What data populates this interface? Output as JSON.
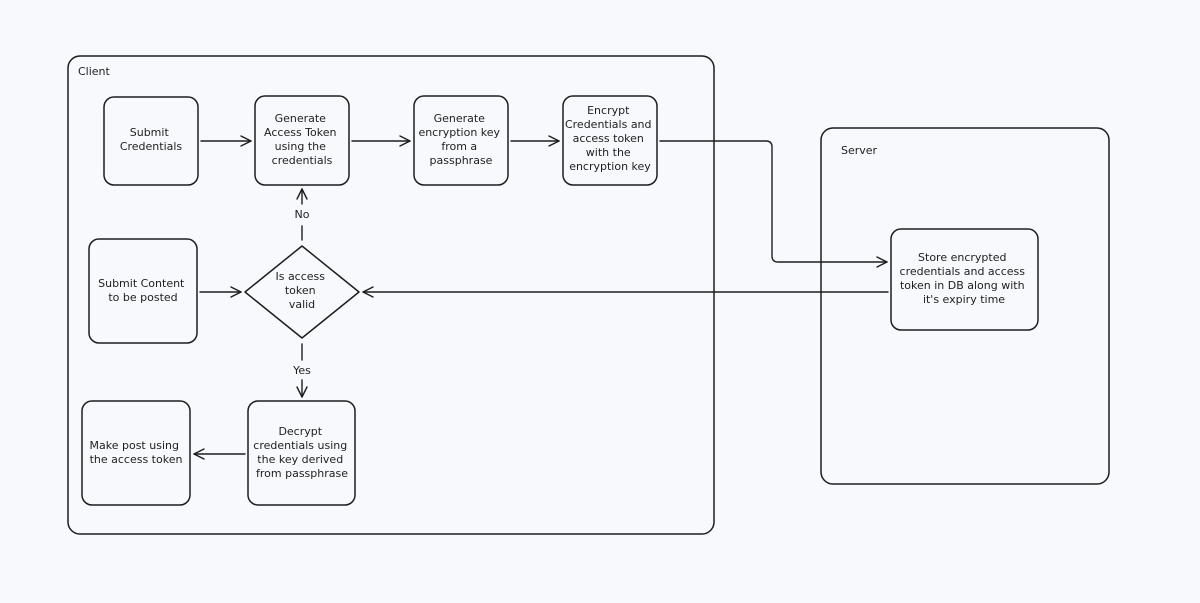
{
  "diagram": {
    "client": {
      "label": "Client"
    },
    "server": {
      "label": "Server"
    },
    "nodes": {
      "submit_credentials": [
        "Submit",
        "Credentials"
      ],
      "generate_access_token": [
        "Generate",
        "Access Token",
        "using the",
        "credentials"
      ],
      "generate_encryption_key": [
        "Generate",
        "encryption key",
        "from a",
        "passphrase"
      ],
      "encrypt_credentials": [
        "Encrypt",
        "Credentials and",
        "access token",
        "with the",
        "encryption key"
      ],
      "submit_content": [
        "Submit Content",
        "to be posted"
      ],
      "token_valid_decision": [
        "Is access",
        "token",
        "valid"
      ],
      "decrypt_credentials": [
        "Decrypt",
        "credentials using",
        "the key derived",
        "from passphrase"
      ],
      "make_post": [
        "Make post using",
        "the access token"
      ],
      "store_encrypted": [
        "Store encrypted",
        "credentials and access",
        "token in DB along with",
        "it's expiry time"
      ]
    },
    "edge_labels": {
      "no": "No",
      "yes": "Yes"
    },
    "colors": {
      "stroke": "#1e1e1e",
      "background": "#f8f9fc"
    }
  }
}
